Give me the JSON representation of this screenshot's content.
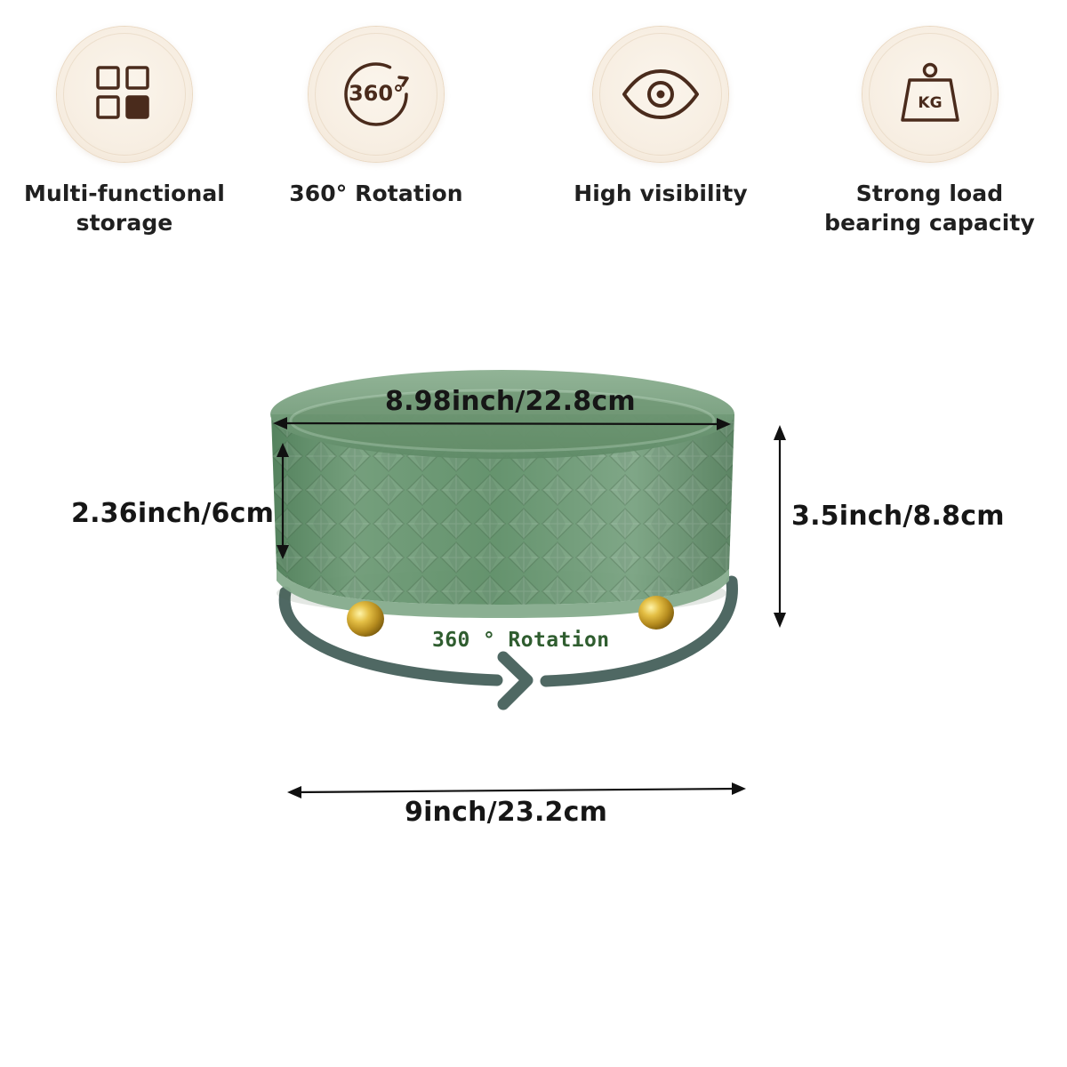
{
  "features": [
    {
      "icon": "grid-icon",
      "label_lines": [
        "Multi-functional",
        "storage"
      ]
    },
    {
      "icon": "rotation-360-icon",
      "icon_text": "360°",
      "label_lines": [
        "360° Rotation"
      ]
    },
    {
      "icon": "eye-icon",
      "label_lines": [
        "High visibility"
      ]
    },
    {
      "icon": "weight-icon",
      "icon_text": "KG",
      "label_lines": [
        "Strong load",
        "bearing capacity"
      ]
    }
  ],
  "dimensions": {
    "top_width": "8.98inch/22.8cm",
    "bowl_height": "2.36inch/6cm",
    "total_height": "3.5inch/8.8cm",
    "base_width": "9inch/23.2cm"
  },
  "rotation_label": "360 ° Rotation",
  "colors": {
    "badge_fill": "#f7eee2",
    "icon_stroke": "#4a2b1c",
    "bowl_green": "#5f8f68",
    "rotation_arrow": "#4f6863",
    "rotation_text": "#2f5d2f",
    "gold_feet": "#d9b84d"
  }
}
